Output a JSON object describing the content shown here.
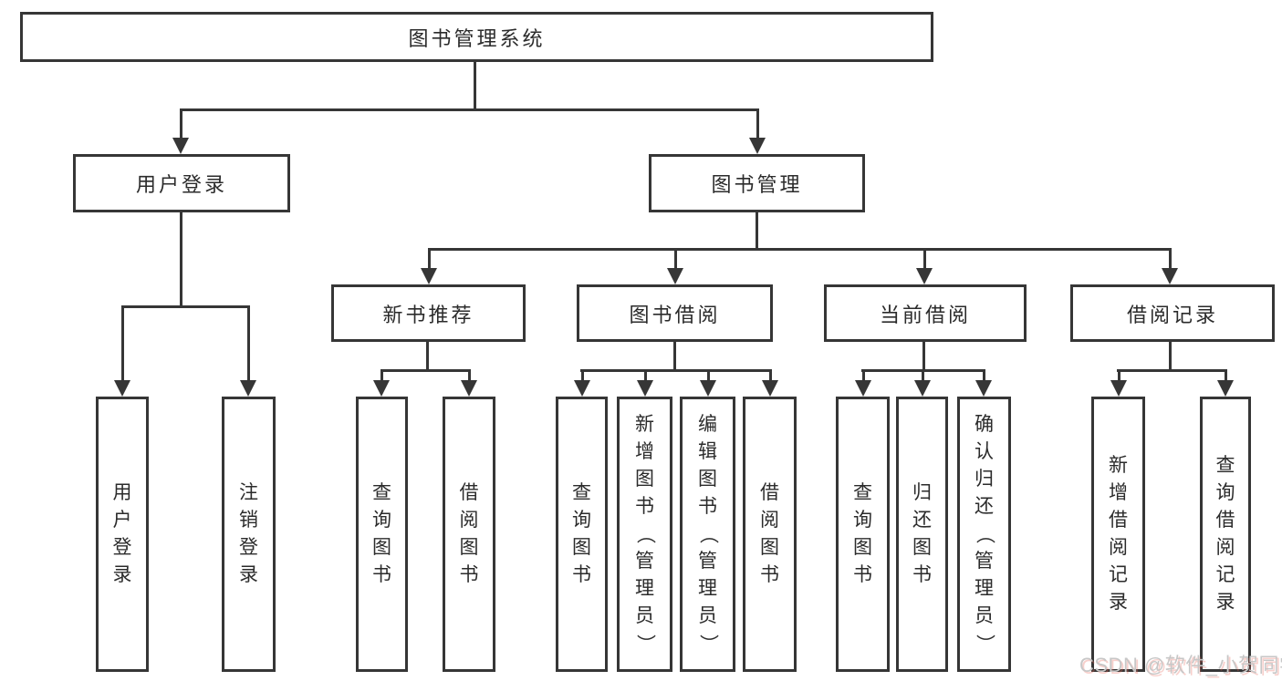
{
  "diagram": {
    "root": "图书管理系统",
    "branches": [
      {
        "label": "用户登录",
        "leaves": [
          "用户登录",
          "注销登录"
        ]
      },
      {
        "label": "图书管理",
        "sections": [
          {
            "label": "新书推荐",
            "leaves": [
              "查询图书",
              "借阅图书"
            ]
          },
          {
            "label": "图书借阅",
            "leaves": [
              "查询图书",
              "新增图书（管理员）",
              "编辑图书（管理员）",
              "借阅图书"
            ]
          },
          {
            "label": "当前借阅",
            "leaves": [
              "查询图书",
              "归还图书",
              "确认归还（管理员）"
            ]
          },
          {
            "label": "借阅记录",
            "leaves": [
              "新增借阅记录",
              "查询借阅记录"
            ]
          }
        ]
      }
    ]
  },
  "watermark": {
    "text": "CSDN @软件_小贺同学"
  },
  "colors": {
    "line": "#363636",
    "text": "#2b2b2b",
    "background": "#ffffff",
    "watermark_gray": "#c7c7c7",
    "watermark_red_shadow": "#e76557"
  }
}
